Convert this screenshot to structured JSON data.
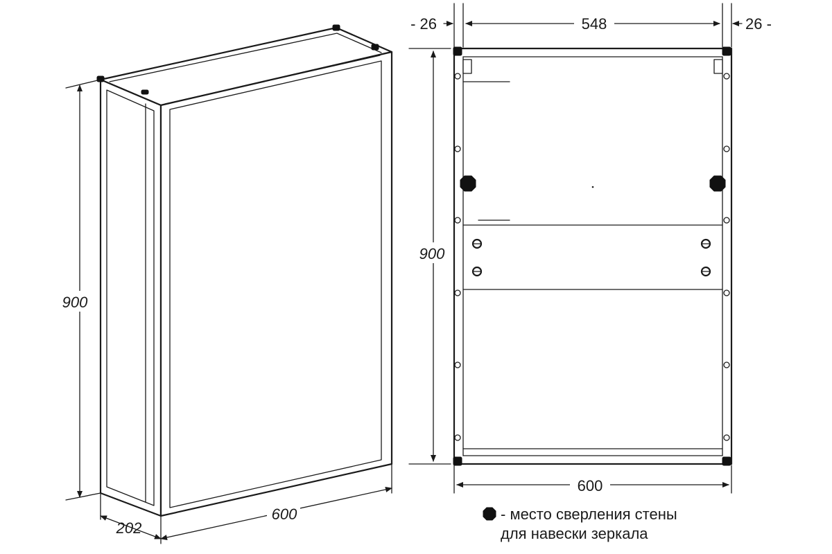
{
  "isometric_view": {
    "height_label": "900",
    "width_label": "600",
    "depth_label": "202"
  },
  "front_view": {
    "top_left_label": "- 26",
    "top_center_label": "548",
    "top_right_label": "26 -",
    "height_label": "900",
    "bottom_label": "600"
  },
  "legend": {
    "line1": "- место сверления стены",
    "line2": "для навески зеркала"
  }
}
